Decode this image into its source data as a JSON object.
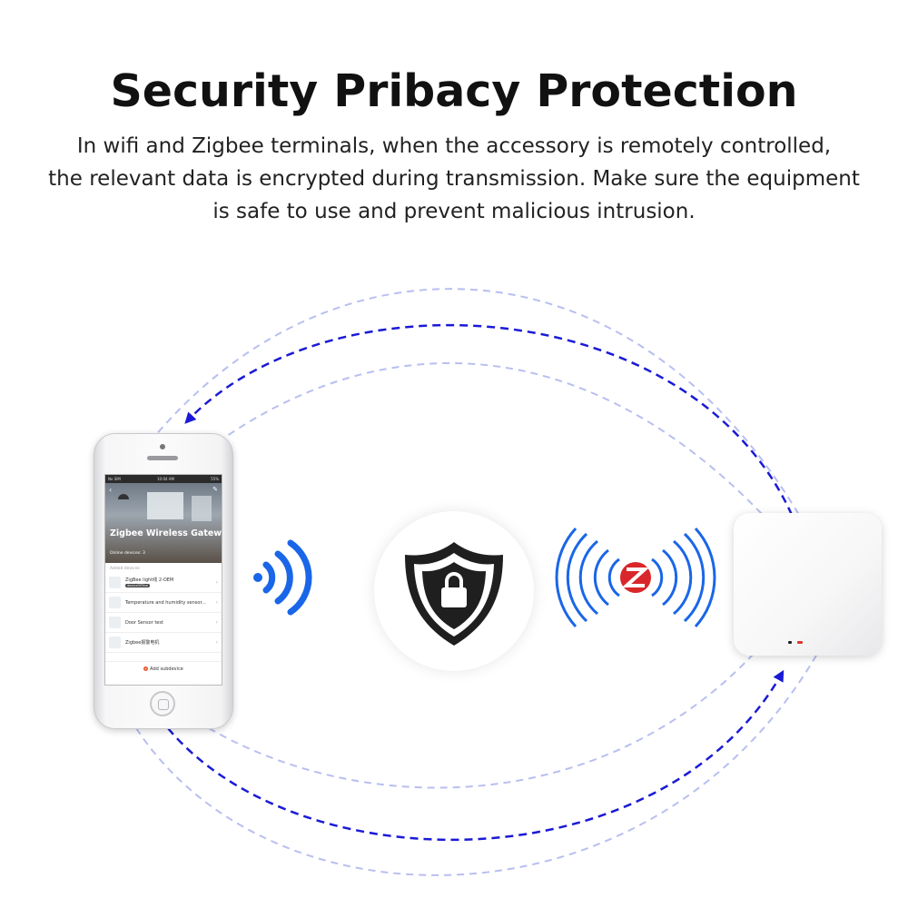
{
  "headline": "Security Pribacy Protection",
  "description": [
    "In wifi and Zigbee terminals, when the accessory is remotely controlled,",
    "the relevant data is encrypted during transmission. Make sure the equipment",
    "is safe to use and prevent malicious intrusion."
  ],
  "colors": {
    "arrow": "#1a1ad6",
    "arc_light": "#b8bff0",
    "wave": "#1a66e8",
    "zigbee": "#d9262a",
    "shield": "#1f1f1f"
  },
  "phone_app": {
    "status_time": "10:04 AM",
    "status_carrier": "No SIM",
    "status_battery": "55%",
    "gateway_name": "Zigbee Wireless Gateway...",
    "online_devices": "Online devices: 3",
    "added_devices_label": "Added devices",
    "devices": [
      {
        "label": "ZigBee light线 2-OEM",
        "badge": "deviceOffline"
      },
      {
        "label": "Temperature and humidity sensor...",
        "badge": ""
      },
      {
        "label": "Door Sensor test",
        "badge": ""
      },
      {
        "label": "Zigbee报警电机",
        "badge": ""
      }
    ],
    "add_subdevice": "Add subdevice"
  },
  "icons": {
    "shield": "shield-lock-icon",
    "wifi_waves": "wifi-waves-icon",
    "zigbee": "zigbee-logo-icon"
  }
}
